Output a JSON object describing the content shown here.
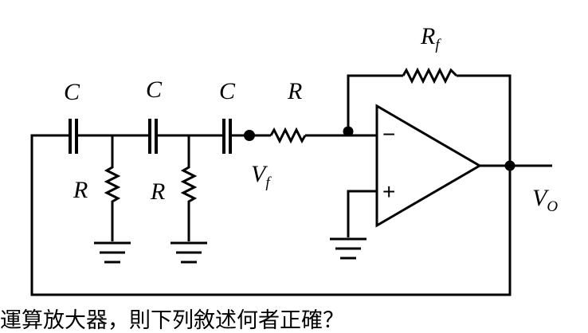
{
  "labels": {
    "c1": "C",
    "c2": "C",
    "c3": "C",
    "r_series": "R",
    "r_shunt1": "R",
    "r_shunt2": "R",
    "rf_main": "R",
    "rf_sub": "f",
    "vf_main": "V",
    "vf_sub": "f",
    "vo_main": "V",
    "vo_sub": "O",
    "minus": "−",
    "plus": "+"
  },
  "question_text": "運算放大器，則下列敘述何者正確？"
}
